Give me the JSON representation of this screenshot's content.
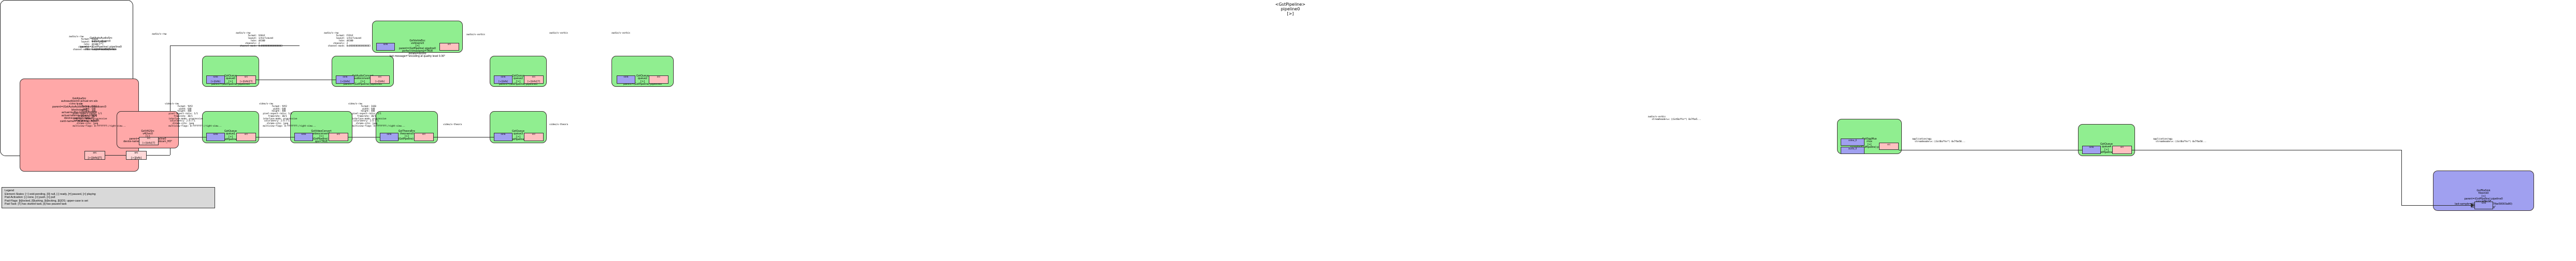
{
  "title": {
    "text": "<GstPipeline>\npipeline0\n[>]"
  },
  "legend": {
    "lines": [
      "Legend",
      "Element-States: [~] void-pending, [0] null, [-] ready, [=] paused, [>] playing",
      "Pad-Activation: [-] none, [>] push, [<] pull",
      "Pad-Flags: [b]locked, [f]lushing, [b]locking, [E]OS; upper-case is set",
      "Pad-Task: [T] has started task, [t] has paused task"
    ]
  },
  "bins": [
    {
      "id": "autoaudiosrc-bin",
      "label": "GstAutoAudioSrc\nautoaudiosrc0\n[>]\nparent=(GstPipeline) pipeline0\nfilter-caps=audio/x-raw"
    }
  ],
  "elements": [
    {
      "id": "alsasrc",
      "kind": "red",
      "label": "GstAlsaSrc\nautoaudiosrc0-actual-src-als\n[>]\nparent=(GstAutoAudioSrc) autoaudiosrc0\nblocksize=0\nactual-buffer-time=200000\nactual-latency-time=10000\ndevice-name=\"default\"\ncard-name=\"HDA Intel HDMI\""
    },
    {
      "id": "queue0",
      "kind": "green",
      "label": "GstQueue\nqueue0\n[>]\nparent=(GstPipeline) pipeline0"
    },
    {
      "id": "audioconvert0",
      "kind": "green",
      "label": "GstAudioConvert\naudioconvert0\n[>]\nparent=(GstPipeline) pipeline0"
    },
    {
      "id": "vorbisenc0",
      "kind": "green",
      "label": "GstVorbisEnc\nvorbisenc0\n[>]\nparent=(GstPipeline) pipeline0\nperfect-timestamp=TRUE\nbitrate=80000\nlast-message=\"encoding at quality level 0.30\""
    },
    {
      "id": "queue2",
      "kind": "green",
      "label": "GstQueue\nqueue2\n[>]\nparent=(GstPipeline) pipeline0"
    },
    {
      "id": "v4l2src0",
      "kind": "red",
      "label": "GstV4l2Src\nv4l2src0\n[>]\nparent=(GstPipeline) pipeline0\ndevice-name=\"Integrated_Webcam_HD\""
    },
    {
      "id": "queue1",
      "kind": "green",
      "label": "GstQueue\nqueue1\n[>]\nparent=(GstPipeline) pipeline0"
    },
    {
      "id": "videoconvert0",
      "kind": "green",
      "label": "GstVideoConvert\nvideoconvert0\n[>]\nparent=(GstPipeline) pipeline0\nqos=TRUE"
    },
    {
      "id": "theoraenc0",
      "kind": "green",
      "label": "GstTheoraEnc\ntheoraenc0\n[>]\nparent=(GstPipeline) pipeline0"
    },
    {
      "id": "queue3",
      "kind": "green",
      "label": "GstQueue\nqueue3\n[>]\nparent=(GstPipeline) pipeline0"
    },
    {
      "id": "oggmux0",
      "kind": "green",
      "label": "GstOggMux\nmux\n[>]\nparent=(GstPipeline) pipeline0"
    },
    {
      "id": "queue4",
      "kind": "green",
      "label": "GstQueue\nqueue4\n[>]\nparent=(GstPipeline) pipeline0"
    },
    {
      "id": "filesink0",
      "kind": "blue",
      "label": "GstFileSink\nfilesink0\n[>]\nparent=(GstPipeline) pipeline0\nsync=FALSE\nlast-sample=((GstSample*) 0x7fbe58003a80)\nlocation=\"test.ogg\""
    }
  ],
  "caps": [
    {
      "id": "caps-a0",
      "text": "audio/x-raw"
    },
    {
      "id": "caps-a1",
      "text": "audio/x-raw\n         format: S16LE\n         layout: interleaved\n           rate: 44100\n       channels: 2\n   channel-mask: 0x0000000000000003"
    },
    {
      "id": "caps-a2",
      "text": "audio/x-raw\n         format: S16LE\n         layout: interleaved\n           rate: 44100\n       channels: 2\n   channel-mask: 0x0000000000000003"
    },
    {
      "id": "caps-a3",
      "text": "audio/x-raw\n         format: F32LE\n         layout: interleaved\n           rate: 44100\n       channels: 2\n   channel-mask: 0x0000000000000003"
    },
    {
      "id": "caps-a4",
      "text": "audio/x-vorbis"
    },
    {
      "id": "caps-a5",
      "text": "audio/x-vorbis"
    },
    {
      "id": "caps-a6",
      "text": "audio/x-vorbis"
    },
    {
      "id": "caps-v0",
      "text": "video/x-raw\n          format: YUY2\n           width: 640\n          height: 480\n   pixel-aspect-ratio: 1/1\n       framerate: 30/1\n   interlace-mode: progressive\n    colorimetry: 2:4:7:1\n      chroma-site: jpeg\n   multiview-flags: 0:ffffffff:/right-view..."
    },
    {
      "id": "caps-v1",
      "text": "video/x-raw\n          format: YUY2\n           width: 640\n          height: 480\n   pixel-aspect-ratio: 1/1\n       framerate: 30/1\n   interlace-mode: progressive\n    colorimetry: 2:4:7:1\n      chroma-site: jpeg\n   multiview-flags: 0:ffffffff:/right-view..."
    },
    {
      "id": "caps-v2",
      "text": "video/x-raw\n          format: YUY2\n           width: 640\n          height: 480\n   pixel-aspect-ratio: 1/1\n       framerate: 30/1\n   interlace-mode: progressive\n    colorimetry: 2:4:7:1\n      chroma-site: jpeg\n   multiview-flags: 0:ffffffff:/right-view..."
    },
    {
      "id": "caps-v3",
      "text": "video/x-raw\n          format: I420\n           width: 640\n          height: 480\n   pixel-aspect-ratio: 1/1\n       framerate: 30/1\n   interlace-mode: progressive\n    colorimetry: 2:4:7:1\n      chroma-site: jpeg\n   multiview-flags: 0:ffffffff:/right-view..."
    },
    {
      "id": "caps-v4",
      "text": "video/x-theora"
    },
    {
      "id": "caps-v5",
      "text": "video/x-theora"
    },
    {
      "id": "caps-ogg1",
      "text": "application/ogg\n  streamheader=< ((GstBuffer*) 0x7fbe58..."
    },
    {
      "id": "caps-ogg2",
      "text": "application/ogg\n  streamheader=< ((GstBuffer*) 0x7fbe58..."
    },
    {
      "id": "caps-vorbis-sh",
      "text": "audio/x-vorbis\n   streamheader=< ((GstBuffer*) 0x7fbe5..."
    }
  ],
  "pads": {
    "sink": "sink",
    "src": "src",
    "flags_src_t": "[>][bfb][T]",
    "flags_src": "[>][bfb]",
    "flags_sink": "[>][bfb]",
    "ghost_src": "src",
    "proxypad": "proxypad0",
    "video_sink": "video_0",
    "audio_sink": "audio_0",
    "mux_src": "src"
  }
}
